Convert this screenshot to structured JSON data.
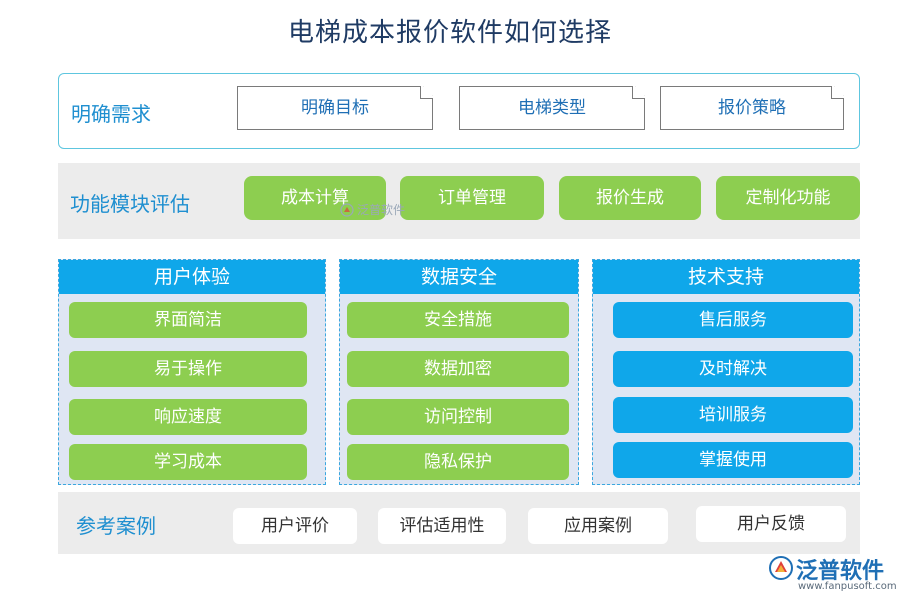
{
  "title": "电梯成本报价软件如何选择",
  "row1": {
    "label": "明确需求",
    "items": [
      "明确目标",
      "电梯类型",
      "报价策略"
    ]
  },
  "row2": {
    "label": "功能模块评估",
    "items": [
      "成本计算",
      "订单管理",
      "报价生成",
      "定制化功能"
    ]
  },
  "panels": [
    {
      "title": "用户体验",
      "items": [
        "界面简洁",
        "易于操作",
        "响应速度",
        "学习成本"
      ],
      "color": "#8dce50"
    },
    {
      "title": "数据安全",
      "items": [
        "安全措施",
        "数据加密",
        "访问控制",
        "隐私保护"
      ],
      "color": "#8dce50"
    },
    {
      "title": "技术支持",
      "items": [
        "售后服务",
        "及时解决",
        "培训服务",
        "掌握使用"
      ],
      "color": "#0fa7ea"
    }
  ],
  "row4": {
    "label": "参考案例",
    "items": [
      "用户评价",
      "评估适用性",
      "应用案例",
      "用户反馈"
    ]
  },
  "watermark": {
    "text": "泛普软件"
  },
  "logo": {
    "name": "泛普软件",
    "url": "www.fanpusoft.com"
  },
  "colors": {
    "accent_blue": "#0fa7ea",
    "accent_green": "#8dce50",
    "label_blue": "#1f8fd0",
    "title": "#1f3b64"
  }
}
